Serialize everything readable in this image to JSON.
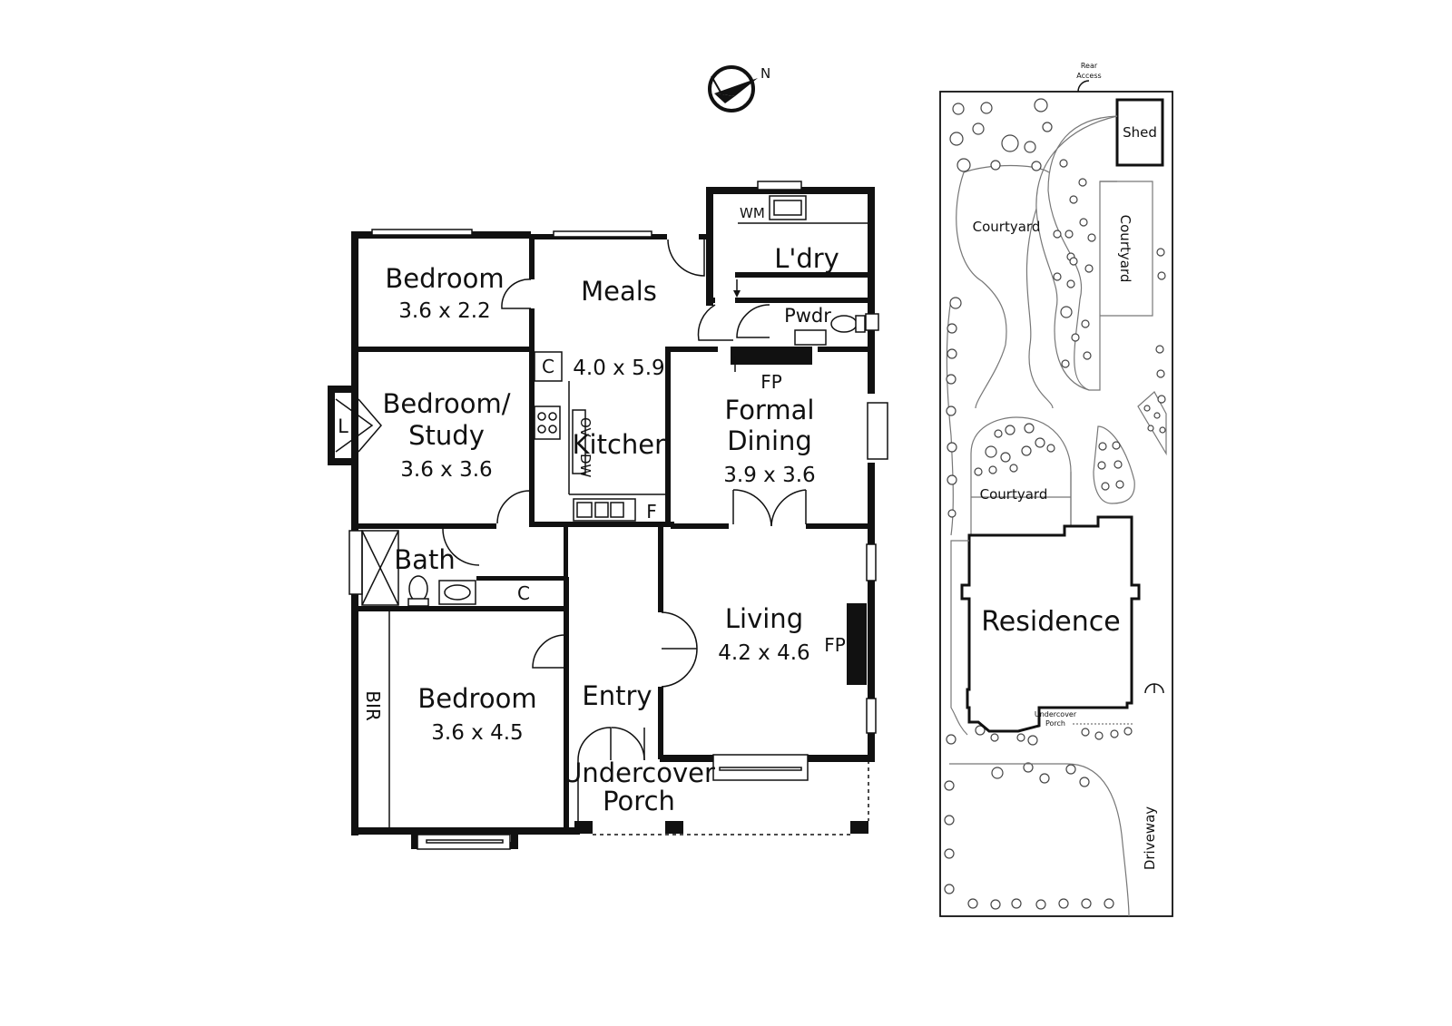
{
  "compass": {
    "north_label": "N"
  },
  "rooms": {
    "bedroom_1": {
      "name": "Bedroom",
      "dims": "3.6 x 2.2"
    },
    "meals": {
      "name": "Meals",
      "dims": "4.0 x 5.9"
    },
    "laundry": {
      "name": "L'dry"
    },
    "powder": {
      "name": "Pwdr"
    },
    "wm": "WM",
    "bedroom_study": {
      "name_line1": "Bedroom/",
      "name_line2": "Study",
      "dims": "3.6 x 3.6"
    },
    "linen": "L",
    "cupboard_1": "C",
    "kitchen": {
      "name": "Kitchen",
      "oven": "OV",
      "dishwasher": "DW",
      "fridge": "F"
    },
    "formal_dining": {
      "name_line1": "Formal",
      "name_line2": "Dining",
      "dims": "3.9 x 3.6",
      "fireplace": "FP"
    },
    "bath": {
      "name": "Bath"
    },
    "cupboard_2": "C",
    "living": {
      "name": "Living",
      "dims": "4.2 x 4.6",
      "fireplace": "FP"
    },
    "bir": "BIR",
    "bedroom_main": {
      "name": "Bedroom",
      "dims": "3.6 x 4.5"
    },
    "entry": {
      "name": "Entry"
    },
    "porch": {
      "name_line1": "Undercover",
      "name_line2": "Porch"
    }
  },
  "site": {
    "rear_access_line1": "Rear",
    "rear_access_line2": "Access",
    "shed": "Shed",
    "courtyard_1": "Courtyard",
    "courtyard_2": "Courtyard",
    "courtyard_3": "Courtyard",
    "residence": "Residence",
    "porch_line1": "Undercover",
    "porch_line2": "Porch",
    "driveway": "Driveway"
  }
}
